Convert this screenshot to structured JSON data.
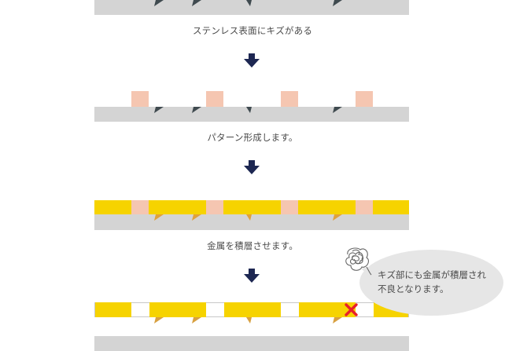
{
  "steps": [
    {
      "caption": "ステンレス表面にキズがある"
    },
    {
      "caption": "パターン形成します。"
    },
    {
      "caption": "金属を積層させます。"
    }
  ],
  "callout": {
    "line1": "キズ部にも金属が積層され",
    "line2": "不良となります。"
  },
  "colors": {
    "stainless": "#d4d4d4",
    "scratch": "#3f4a4f",
    "resist": "#f5c6b1",
    "metal": "#f6d300",
    "metal_in_scratch": "#d8a040",
    "arrow": "#1d2752",
    "defect_mark": "#e8202a"
  }
}
